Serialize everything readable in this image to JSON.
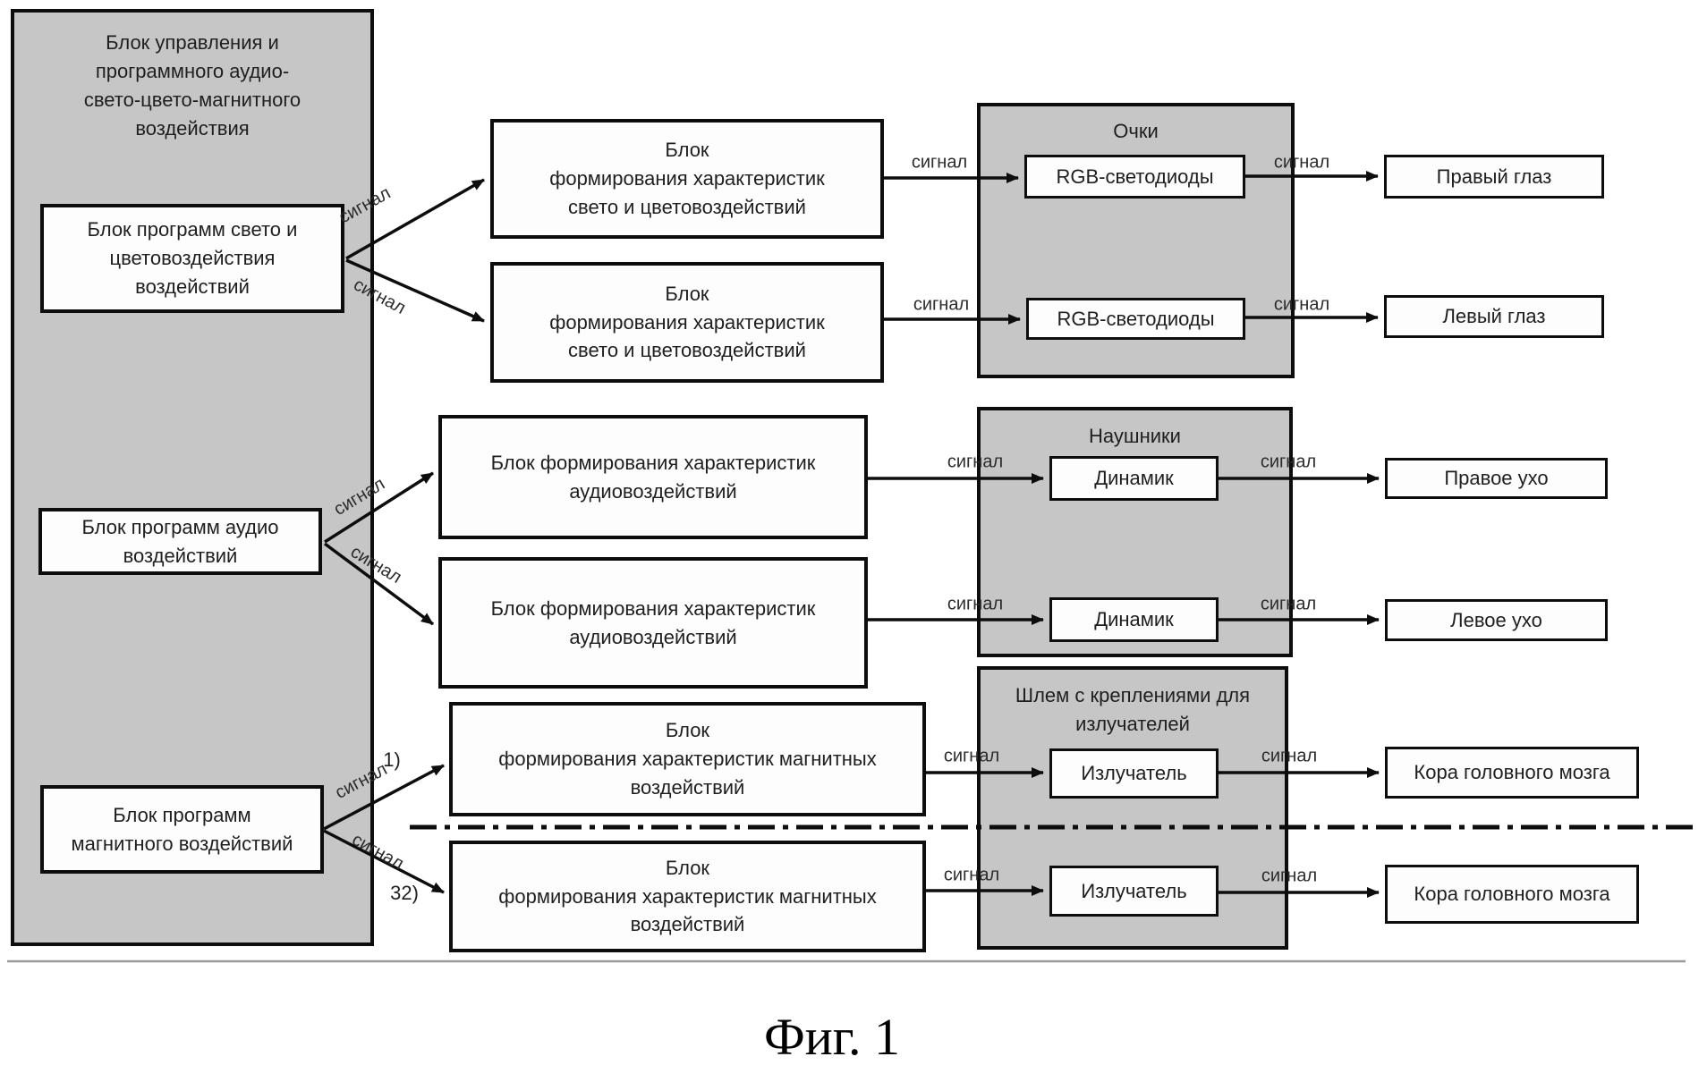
{
  "figure": {
    "caption": "Фиг. 1"
  },
  "colors": {
    "group_fill": "#c6c6c6",
    "line": "#000000",
    "baseline_rule": "#9a9a9a"
  },
  "control_unit": {
    "title": "Блок управления и\nпрограммного аудио-\nсвето-цвето-магнитного\nвоздействия"
  },
  "program_blocks": {
    "light": "Блок программ свето и\nцветовоздействия\nвоздействий",
    "audio": "Блок программ аудио\nвоздействий",
    "magnetic": "Блок программ\nмагнитного воздействий"
  },
  "formation_blocks": {
    "light": "Блок\nформирования характеристик\nсвето и цветовоздействий",
    "audio": "Блок формирования характеристик\nаудиовоздействий",
    "magnetic": "Блок\nформирования характеристик магнитных\nвоздействий"
  },
  "device_groups": {
    "glasses": {
      "title": "Очки",
      "component": "RGB-светодиоды"
    },
    "headphones": {
      "title": "Наушники",
      "component": "Динамик"
    },
    "helmet": {
      "title": "Шлем с креплениями для\nизлучателей",
      "component": "Излучатель"
    }
  },
  "targets": {
    "right_eye": "Правый глаз",
    "left_eye": "Левый глаз",
    "right_ear": "Правое ухо",
    "left_ear": "Левое ухо",
    "cortex": "Кора головного мозга"
  },
  "labels": {
    "signal": "сигнал",
    "channel_first": "1)",
    "channel_last": "32)"
  }
}
